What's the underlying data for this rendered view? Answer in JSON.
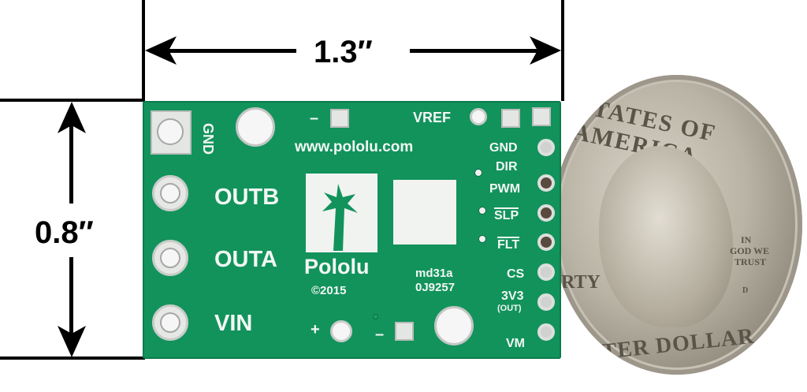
{
  "dimensions": {
    "width_label": "1.3″",
    "height_label": "0.8″"
  },
  "board": {
    "url": "www.pololu.com",
    "brand": "Pololu",
    "copyright": "©2015",
    "part_code": "md31a",
    "serial": "0J9257",
    "left_labels": {
      "gnd": "GND",
      "outb": "OUTB",
      "outa": "OUTA",
      "vin": "VIN"
    },
    "top_labels": {
      "minus": "–",
      "vref": "VREF"
    },
    "bottom_labels": {
      "plus": "+",
      "minus": "–"
    },
    "right_pins": [
      "GND",
      "DIR",
      "PWM",
      "SLP",
      "FLT",
      "CS",
      "3V3",
      "VM"
    ],
    "right_pin_sub": "(OUT)",
    "colors": {
      "pcb_green": "#12935c",
      "silkscreen": "#f2f7f3",
      "dimension_ink": "#000000"
    }
  },
  "coin": {
    "top_text": "STATES OF AMERICA",
    "motto_1": "IN",
    "motto_2": "GOD WE",
    "motto_3": "TRUST",
    "left_text": "RTY",
    "bottom_text": "ARTER DOLLAR",
    "mint_mark": "D"
  }
}
